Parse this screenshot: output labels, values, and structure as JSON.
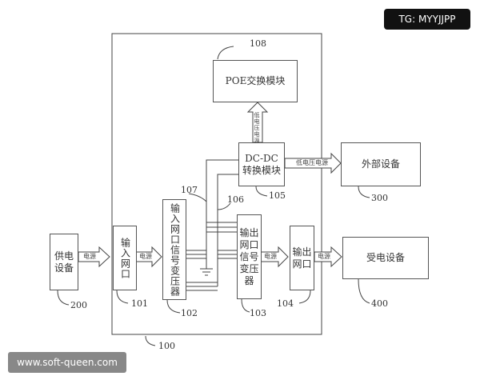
{
  "badge": "TG: MYYJJPP",
  "watermark": "www.soft-queen.com",
  "blocks": {
    "poe": {
      "label": "POE交换模块",
      "num": "108"
    },
    "dcdc": {
      "label": "DC-DC转换模块",
      "num": "105"
    },
    "external": {
      "label": "外部设备",
      "num": "300"
    },
    "powered": {
      "label": "受电设备",
      "num": "400"
    },
    "supply": {
      "label": "供电设备",
      "num": "200"
    },
    "in_port": {
      "label": "输入网口",
      "num": "101"
    },
    "in_xfmr": {
      "label": "输入网口信号变压器",
      "num": "102"
    },
    "out_xfmr": {
      "label": "输出网口信号变压器",
      "num": "103"
    },
    "out_port": {
      "label": "输出网口",
      "num": "104"
    },
    "device": {
      "num": "100"
    }
  },
  "lines": {
    "l107": "107",
    "l106": "106"
  },
  "arrows": {
    "power": "电源",
    "low_voltage": "低电压电源"
  }
}
